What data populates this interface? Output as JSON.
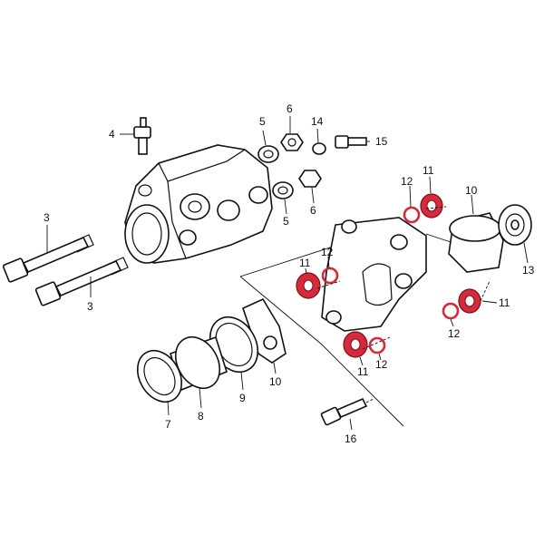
{
  "diagram": {
    "callouts": [
      {
        "id": "c4",
        "text": "4"
      },
      {
        "id": "c5a",
        "text": "5"
      },
      {
        "id": "c6a",
        "text": "6"
      },
      {
        "id": "c14",
        "text": "14"
      },
      {
        "id": "c15",
        "text": "15"
      },
      {
        "id": "c5b",
        "text": "5"
      },
      {
        "id": "c6b",
        "text": "6"
      },
      {
        "id": "c3a",
        "text": "3"
      },
      {
        "id": "c3b",
        "text": "3"
      },
      {
        "id": "c12a",
        "text": "12"
      },
      {
        "id": "c11a",
        "text": "11"
      },
      {
        "id": "c10a",
        "text": "10"
      },
      {
        "id": "c11b",
        "text": "11"
      },
      {
        "id": "c12b",
        "text": "12"
      },
      {
        "id": "c13",
        "text": "13"
      },
      {
        "id": "c11c",
        "text": "11"
      },
      {
        "id": "c12c",
        "text": "12"
      },
      {
        "id": "c11d",
        "text": "11"
      },
      {
        "id": "c12d",
        "text": "12"
      },
      {
        "id": "c10b",
        "text": "10"
      },
      {
        "id": "c9",
        "text": "9"
      },
      {
        "id": "c8",
        "text": "8"
      },
      {
        "id": "c7",
        "text": "7"
      },
      {
        "id": "c16",
        "text": "16"
      }
    ],
    "colors": {
      "seal_red": "#d42a3a",
      "line": "#111111",
      "background": "#ffffff"
    }
  }
}
